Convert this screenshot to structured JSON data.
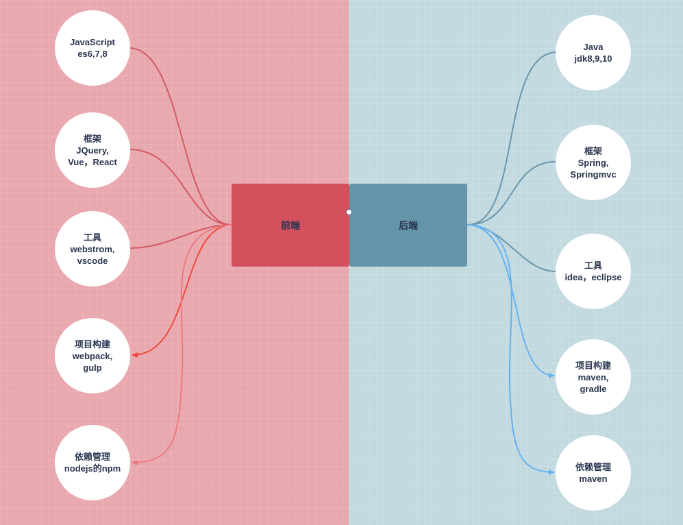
{
  "colors": {
    "left_bg": "#e8a8ae",
    "right_bg": "#c2d9e0",
    "frontend_box": "#d4505d",
    "backend_box": "#6495a8",
    "edge_left": "#d45a64",
    "edge_left_active": "#f04a3a",
    "edge_left_light": "#ec7b80",
    "edge_right": "#6896ab",
    "edge_right_active": "#64b2f0"
  },
  "frontend": {
    "label": "前端",
    "nodes": [
      {
        "line1": "JavaScript",
        "line2": "es6,7,8",
        "line3": ""
      },
      {
        "line1": "框架",
        "line2": "JQuery,",
        "line3": "Vue，React"
      },
      {
        "line1": "工具",
        "line2": "webstrom,",
        "line3": "vscode"
      },
      {
        "line1": "项目构建",
        "line2": "webpack,",
        "line3": "gulp"
      },
      {
        "line1": "依赖管理",
        "line2": "nodejs的npm",
        "line3": ""
      }
    ]
  },
  "backend": {
    "label": "后端",
    "nodes": [
      {
        "line1": "Java",
        "line2": "jdk8,9,10",
        "line3": ""
      },
      {
        "line1": "框架",
        "line2": "Spring,",
        "line3": "Springmvc"
      },
      {
        "line1": "工具",
        "line2": "idea，eclipse",
        "line3": ""
      },
      {
        "line1": "项目构建",
        "line2": "maven,",
        "line3": "gradle"
      },
      {
        "line1": "依赖管理",
        "line2": "maven",
        "line3": ""
      }
    ]
  }
}
